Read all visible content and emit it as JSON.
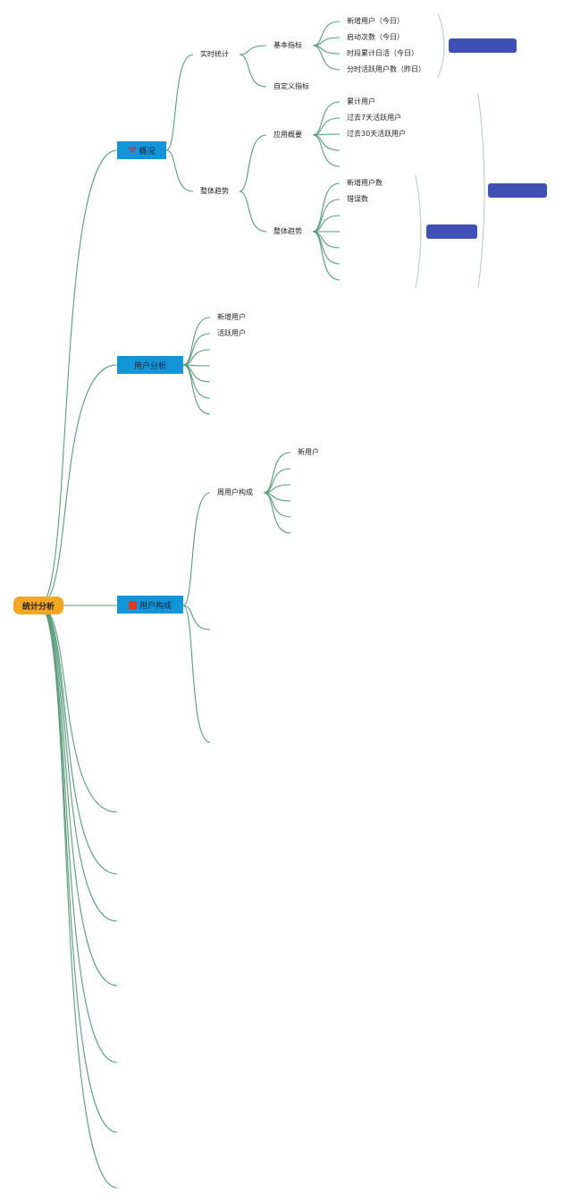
{
  "root": {
    "label": "统计分析"
  },
  "branches": {
    "overview": {
      "label": "概况",
      "icon": "tools-icon",
      "realtime": {
        "label": "实时统计",
        "basic": {
          "label": "基本指标",
          "items": [
            "新增用户（今日）",
            "启动次数（今日）",
            "时段累计日活（今日）",
            "分时活跃用户数（昨日）"
          ]
        },
        "custom": {
          "label": "自定义指标"
        }
      },
      "trend": {
        "label": "整体趋势",
        "app_summary": {
          "label": "应用概要",
          "items": [
            "累计用户",
            "过去7天活跃用户",
            "过去30天活跃用户"
          ]
        },
        "overall_trend": {
          "label": "整体趋势",
          "items": [
            "新增用户数",
            "错误数"
          ]
        }
      }
    },
    "user_analysis": {
      "label": "用户分析",
      "items": [
        "新增用户",
        "活跃用户"
      ]
    },
    "user_composition": {
      "label": "用户构成",
      "icon": "red-flag-icon",
      "weekly": {
        "label": "周用户构成",
        "items": [
          "新用户"
        ]
      }
    }
  },
  "colors": {
    "root_fill": "#f5a623",
    "main_fill": "#1495d8",
    "note_fill": "#3f51b5",
    "connector": "#5a9a7e"
  }
}
